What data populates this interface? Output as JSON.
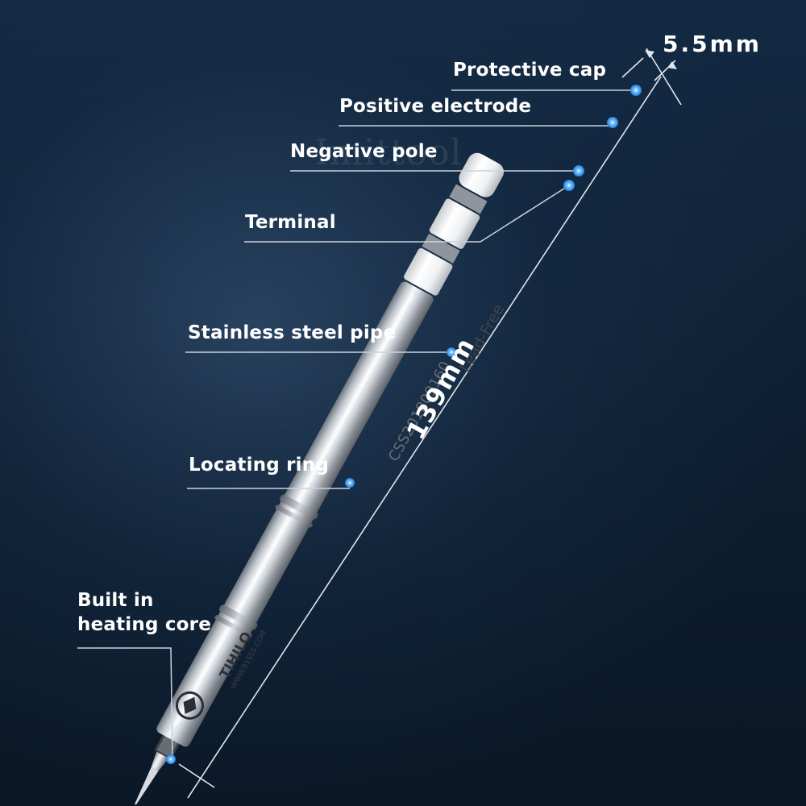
{
  "labels": {
    "protective_cap": "Protective cap",
    "positive_electrode": "Positive electrode",
    "negative_pole": "Negative pole",
    "terminal": "Terminal",
    "stainless_steel_pipe": "Stainless steel pipe",
    "locating_ring": "Locating ring",
    "heating_core": "Built in heating core"
  },
  "dimensions": {
    "width": "5.5mm",
    "length": "139mm"
  },
  "engravings": {
    "lead_free": "Lead-Free",
    "serial": "CSS201809160",
    "brand": "TIHILO",
    "website": "WWW.91SSS.COM"
  },
  "watermark": "Imittool",
  "colors": {
    "background": "#0f1f31",
    "marker_blue": "#3ea4ff",
    "leader_line": "#c9d3dc",
    "steel_light": "#f2f4f6",
    "steel_dark": "#7d848c"
  }
}
